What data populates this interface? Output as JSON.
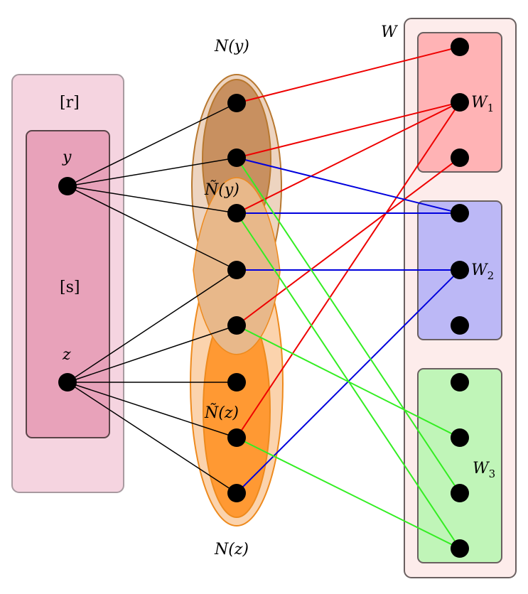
{
  "labels": {
    "r_set": "[r]",
    "s_set": "[s]",
    "vertex_y": "y",
    "vertex_z": "z",
    "N_y": "N(y)",
    "N_z": "N(z)",
    "Ntilde_y": "Ñ(y)",
    "Ntilde_z": "Ñ(z)",
    "W": "W",
    "W1": "W",
    "W1_sub": "1",
    "W2": "W",
    "W2_sub": "2",
    "W3": "W",
    "W3_sub": "3"
  },
  "colors": {
    "r_fill": "#f5d4e0",
    "r_stroke": "#a89aa0",
    "s_fill": "#e8a2ba",
    "s_stroke": "#5a4448",
    "Ny_fill": "#ebd0bb",
    "Ny_stroke": "#b8782f",
    "Nty_fill": "#c89060",
    "Nz_fill": "#fbd3ad",
    "Nz_stroke": "#ee8a1d",
    "Ntz_fill": "#ff9933",
    "overlap_fill": "#e8b88a",
    "W_fill": "#fdeceb",
    "W_stroke": "#6a6060",
    "W1_fill": "#ffb3b5",
    "W2_fill": "#bcb8f6",
    "W3_fill": "#c0f5b8",
    "red": "#ee0000",
    "blue": "#0000dd",
    "green": "#33ee22",
    "black": "#000000"
  }
}
